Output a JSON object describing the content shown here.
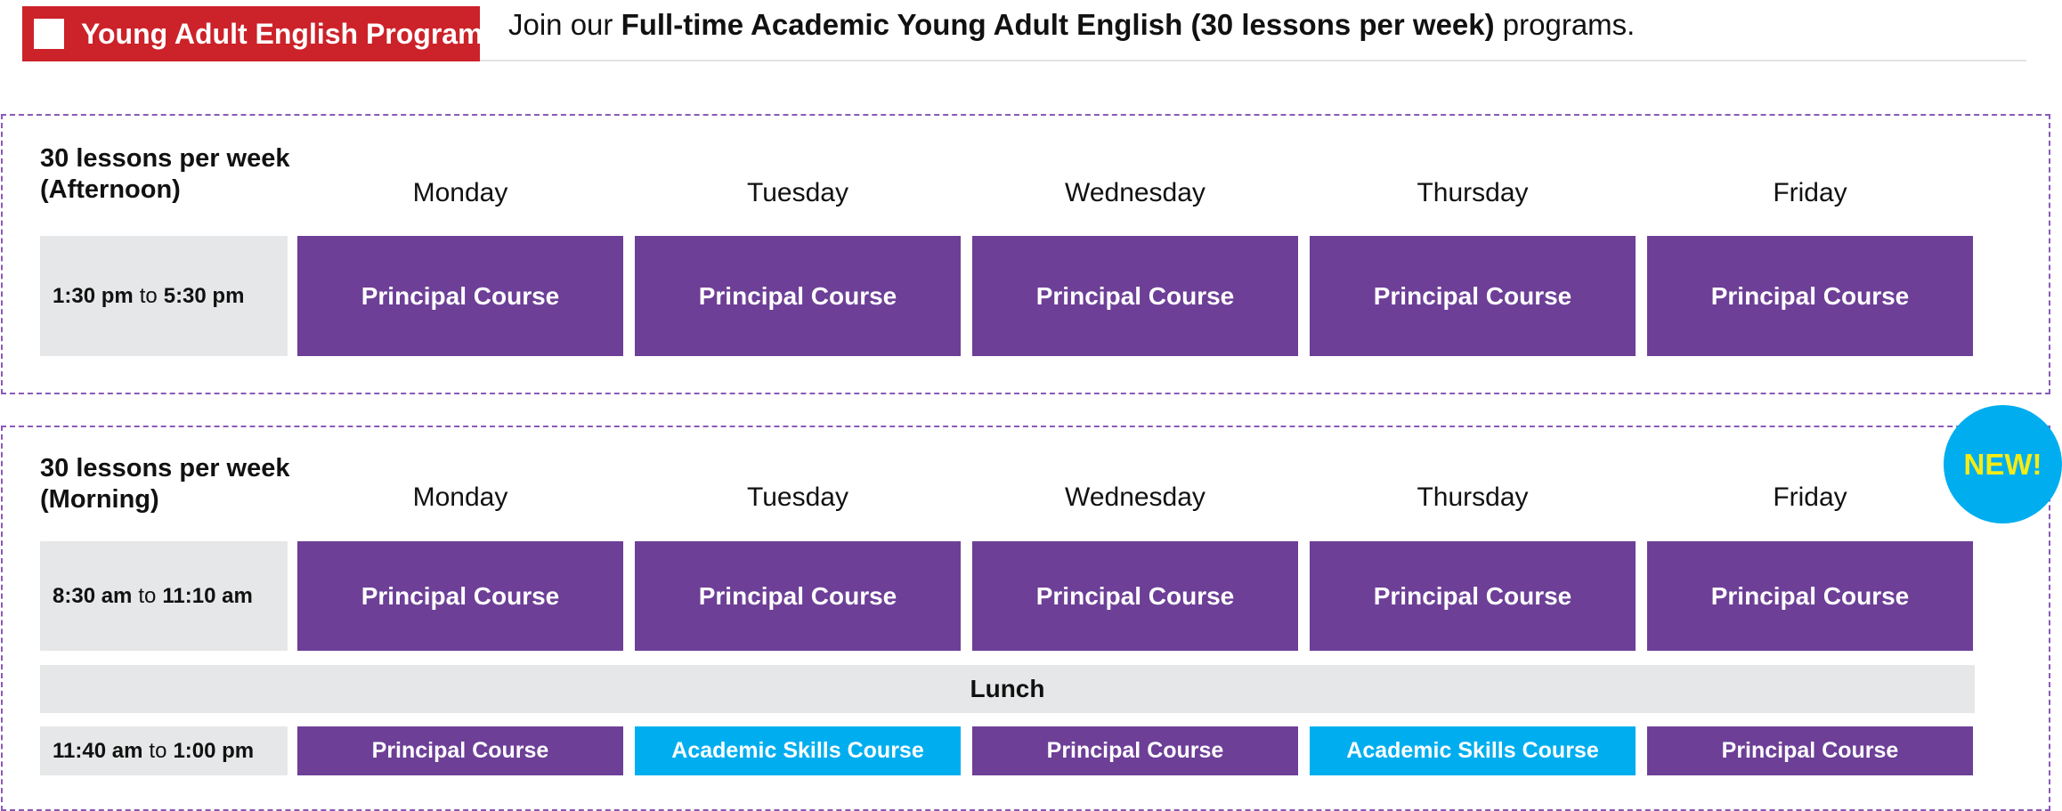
{
  "header": {
    "program_label": "Young Adult English Program",
    "intro_prefix": "Join our ",
    "intro_bold": "Full-time Academic Young Adult English (30 lessons per week)",
    "intro_suffix": " programs."
  },
  "connector": "to",
  "afternoon": {
    "title_line1": "30 lessons per week",
    "title_line2": "(Afternoon)",
    "days": [
      "Monday",
      "Tuesday",
      "Wednesday",
      "Thursday",
      "Friday"
    ],
    "rows": [
      {
        "start": "1:30 pm",
        "end": "5:30 pm",
        "cells": [
          "Principal Course",
          "Principal Course",
          "Principal Course",
          "Principal Course",
          "Principal Course"
        ]
      }
    ]
  },
  "morning": {
    "title_line1": "30 lessons per week",
    "title_line2": "(Morning)",
    "badge": "NEW!",
    "days": [
      "Monday",
      "Tuesday",
      "Wednesday",
      "Thursday",
      "Friday"
    ],
    "rows": [
      {
        "start": "8:30 am",
        "end": "11:10 am",
        "cells": [
          "Principal Course",
          "Principal Course",
          "Principal Course",
          "Principal Course",
          "Principal Course"
        ]
      },
      {
        "start": "11:40 am",
        "end": "1:00 pm",
        "cells": [
          "Principal Course",
          "Academic Skills Course",
          "Principal Course",
          "Academic Skills Course",
          "Principal Course"
        ]
      }
    ],
    "lunch_label": "Lunch"
  },
  "colors": {
    "program_red": "#cc2229",
    "principal_purple": "#6d3f97",
    "academic_blue": "#00aeef",
    "new_badge_text": "#f7ec13",
    "time_gray": "#e6e7e8",
    "dashed_border": "#8a5ab8"
  }
}
